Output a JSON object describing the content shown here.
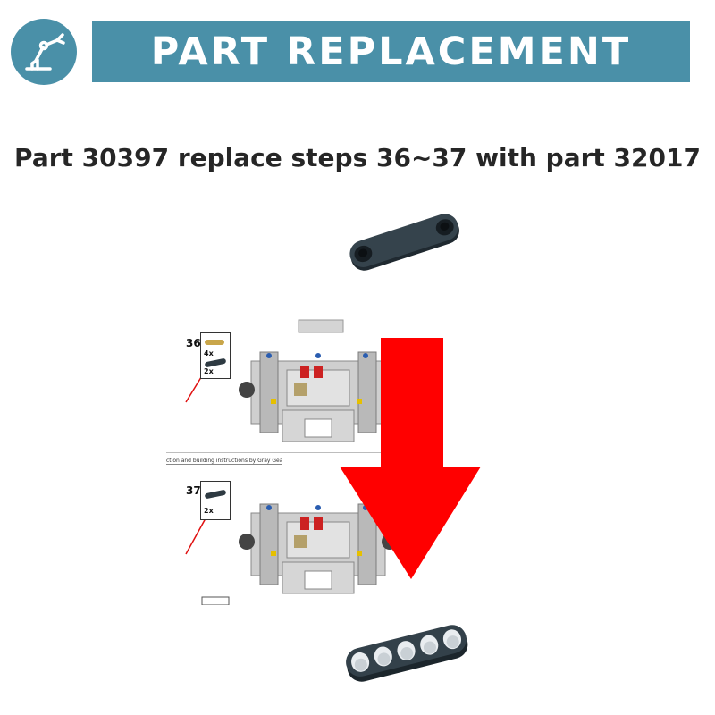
{
  "header": {
    "title": "PART REPLACEMENT",
    "logo_icon": "robot-arm-icon",
    "color": "#4a90a8"
  },
  "instruction": {
    "text": "Part 30397 replace steps 36~37 with part 32017"
  },
  "parts": {
    "original_icon": "connector-link-icon",
    "replacement_icon": "five-hole-beam-icon",
    "color": "#2e3a42"
  },
  "steps": [
    {
      "number": "36",
      "items": [
        "4x",
        "2x"
      ]
    },
    {
      "number": "37",
      "items": [
        "2x"
      ]
    }
  ],
  "credit": "ction and building instructions by Gray Gear",
  "arrow": {
    "icon": "down-arrow-icon",
    "color": "#ff0000"
  }
}
